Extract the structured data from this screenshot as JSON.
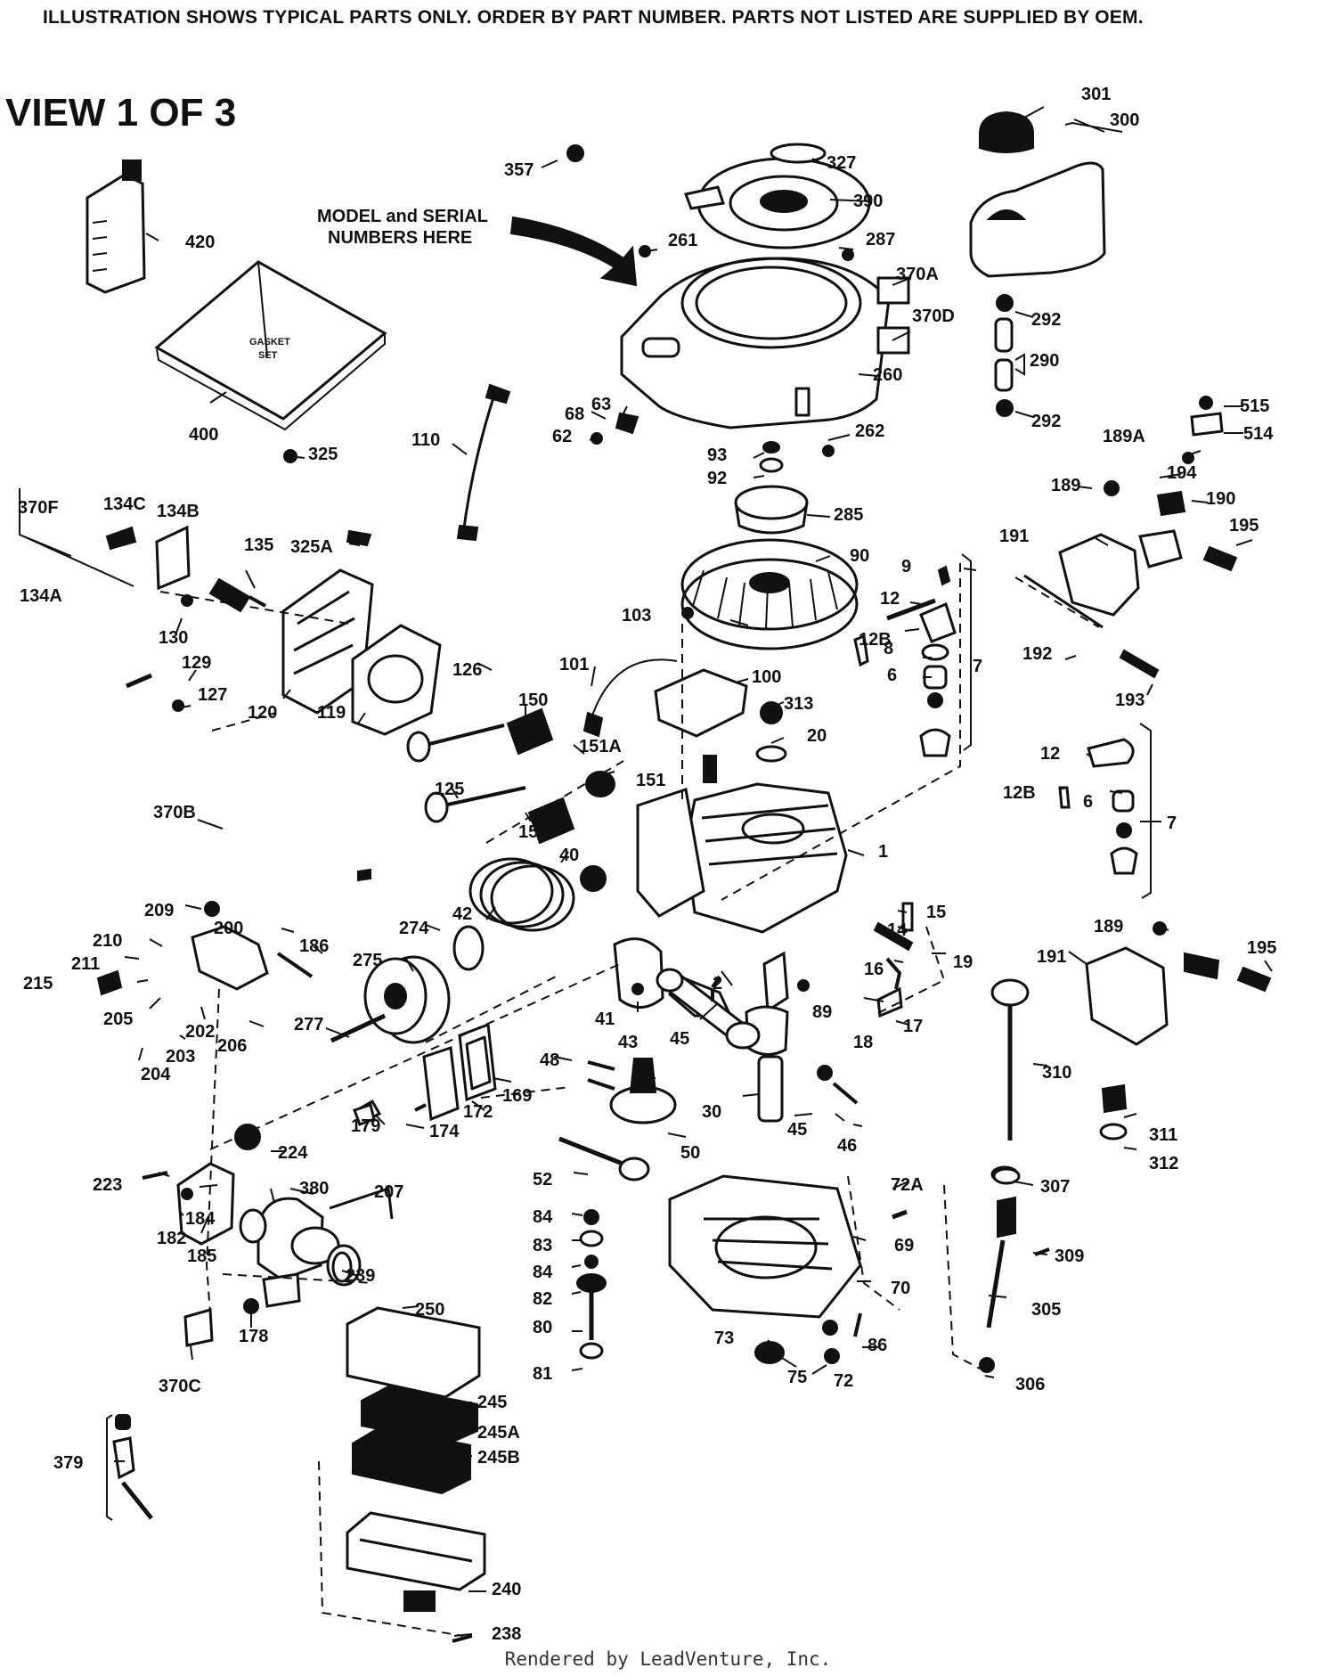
{
  "header": {
    "notice": "ILLUSTRATION SHOWS TYPICAL PARTS ONLY. ORDER BY PART NUMBER. PARTS NOT LISTED ARE SUPPLIED BY OEM.",
    "view_title": "VIEW 1 OF 3"
  },
  "annotations": {
    "model_serial_line1": "MODEL and SERIAL",
    "model_serial_line2": "NUMBERS HERE",
    "gasket_line1": "GASKET",
    "gasket_line2": "SET"
  },
  "footer": {
    "credit": "Rendered by LeadVenture, Inc."
  },
  "callouts": [
    "301",
    "300",
    "357",
    "327",
    "390",
    "420",
    "261",
    "287",
    "370A",
    "292",
    "370D",
    "290",
    "260",
    "292",
    "400",
    "68",
    "63",
    "62",
    "262",
    "325",
    "110",
    "93",
    "92",
    "285",
    "515",
    "514",
    "189A",
    "194",
    "189",
    "190",
    "370F",
    "134C",
    "134B",
    "191",
    "195",
    "134A",
    "325A",
    "135",
    "90",
    "9",
    "12",
    "12B",
    "8",
    "6",
    "7",
    "192",
    "193",
    "103",
    "130",
    "129",
    "127",
    "120",
    "119",
    "126",
    "101",
    "100",
    "313",
    "20",
    "150",
    "151A",
    "151",
    "125",
    "150",
    "12",
    "12B",
    "6",
    "7",
    "370B",
    "40",
    "1",
    "42",
    "15",
    "14",
    "189",
    "209",
    "200",
    "274",
    "19",
    "191",
    "195",
    "210",
    "186",
    "211",
    "215",
    "275",
    "16",
    "205",
    "202",
    "206",
    "89",
    "17",
    "18",
    "41",
    "43",
    "45",
    "2",
    "204",
    "203",
    "277",
    "48",
    "310",
    "169",
    "172",
    "174",
    "179",
    "30",
    "45",
    "46",
    "311",
    "312",
    "224",
    "50",
    "223",
    "184",
    "380",
    "207",
    "72A",
    "307",
    "52",
    "182",
    "185",
    "84",
    "83",
    "69",
    "309",
    "84",
    "239",
    "70",
    "82",
    "250",
    "305",
    "80",
    "178",
    "73",
    "86",
    "81",
    "75",
    "72",
    "306",
    "370C",
    "245",
    "245A",
    "379",
    "245B",
    "240",
    "238"
  ]
}
